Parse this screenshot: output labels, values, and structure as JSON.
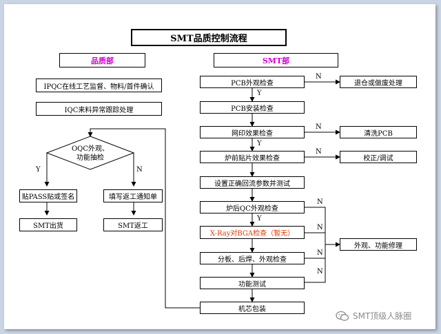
{
  "title": "SMT品质控制流程",
  "departments": {
    "quality": "品质部",
    "smt": "SMT部"
  },
  "left": {
    "ipqc": "IPQC在线工艺监督、物料/首件确认",
    "iqc": "IQC来料异常跟踪处理",
    "oqc_line1": "OQC外观、",
    "oqc_line2": "功能抽检",
    "pass": "贴PASS贴或签名",
    "fill_notice": "填写返工通知单",
    "ship": "SMT出货",
    "rework": "SMT返工"
  },
  "right": {
    "pcb_visual": "PCB外观检查",
    "pcb_install": "PCB安装检查",
    "print_check": "网印效果检查",
    "pre_reflow": "炉前贴片效果检查",
    "reflow_setup": "设置正确回流参数并测试",
    "post_reflow": "炉后QC外观检查",
    "xray": "X-Ray对BGA检查（暂无）",
    "board_split": "分板、后焊、外观检查",
    "func_test": "功能测试",
    "packing": "机芯包装"
  },
  "actions": {
    "return_or_scrap": "退仓或做废处理",
    "clean_pcb": "清洗PCB",
    "calibrate": "校正/调试",
    "repair": "外观、功能修理"
  },
  "flags": {
    "yes": "Y",
    "no": "N"
  },
  "watermark": "SMT顶级人脉圈"
}
